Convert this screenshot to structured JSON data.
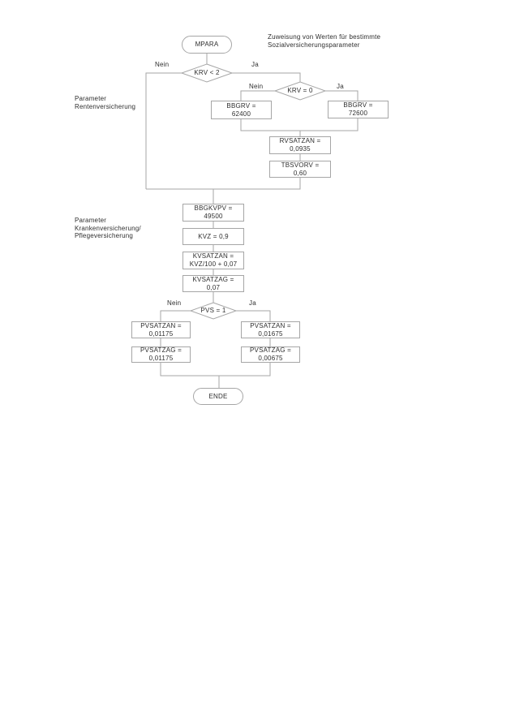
{
  "diagram": {
    "note": "Zuweisung von Werten für bestimmte\nSozialversicherungsparameter",
    "sections": {
      "renten": "Parameter\nRentenversicherung",
      "kranken": "Parameter\nKrankenversicherung/\nPflegeversicherung"
    },
    "nodes": {
      "start": "MPARA",
      "krv2": "KRV < 2",
      "krv0": "KRV = 0",
      "bbgrv62400": "BBGRV =\n62400",
      "bbgrv72600": "BBGRV =\n72600",
      "rvsatzan": "RVSATZAN =\n0,0935",
      "tbsvorv": "TBSVORV =\n0,60",
      "bbgkvpv": "BBGKVPV =\n49500",
      "kvz": "KVZ = 0,9",
      "kvsatzan": "KVSATZAN =\nKVZ/100 + 0,07",
      "kvsatzag": "KVSATZAG =\n0,07",
      "pvs": "PVS = 1",
      "pvsatzan_nein": "PVSATZAN =\n0,01175",
      "pvsatzag_nein": "PVSATZAG =\n0,01175",
      "pvsatzan_ja": "PVSATZAN =\n0,01675",
      "pvsatzag_ja": "PVSATZAG =\n0,00675",
      "end": "ENDE"
    },
    "edge_labels": {
      "krv2_nein": "Nein",
      "krv2_ja": "Ja",
      "krv0_nein": "Nein",
      "krv0_ja": "Ja",
      "pvs_nein": "Nein",
      "pvs_ja": "Ja"
    }
  },
  "colors": {
    "line": "#a6a6a6",
    "text": "#2e2e2e"
  }
}
